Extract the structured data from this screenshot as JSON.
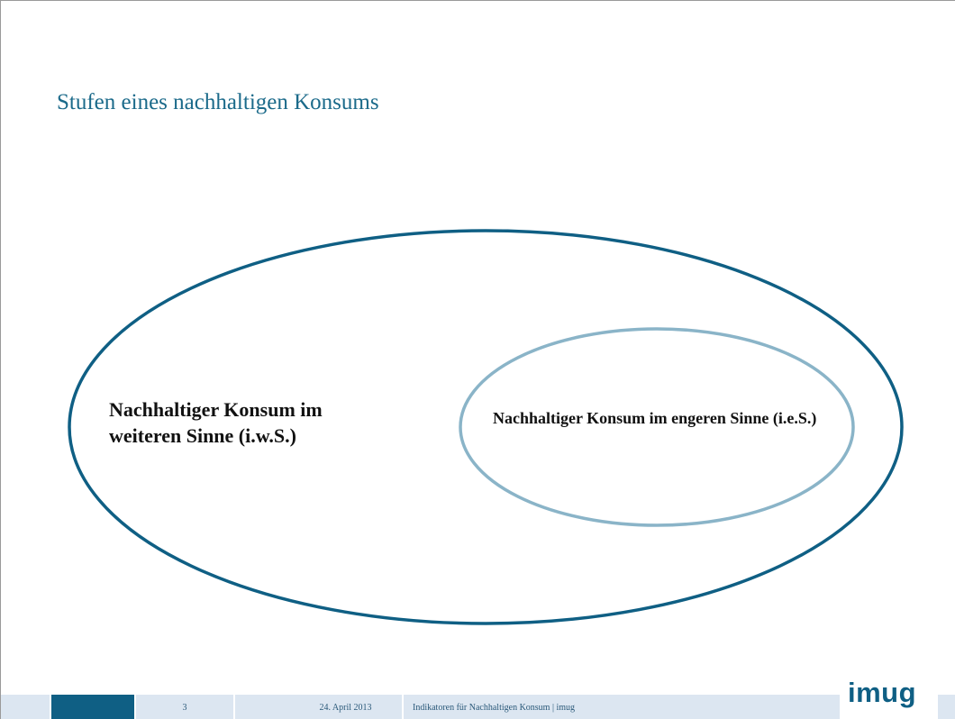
{
  "title": "Stufen eines nachhaltigen Konsums",
  "diagram": {
    "outer": {
      "label": "Nachhaltiger Konsum im weiteren Sinne (i.w.S.)",
      "stroke_color": "#0f5f84"
    },
    "inner": {
      "label": "Nachhaltiger Konsum im engeren Sinne (i.e.S.)",
      "stroke_color": "#8ab4c8"
    }
  },
  "footer": {
    "page_number": "3",
    "date": "24. April 2013",
    "caption": "Indikatoren für Nachhaltigen Konsum | imug",
    "accent_color": "#0f5f84",
    "light_color": "#dce6f1"
  },
  "logo": {
    "text": "imug"
  }
}
